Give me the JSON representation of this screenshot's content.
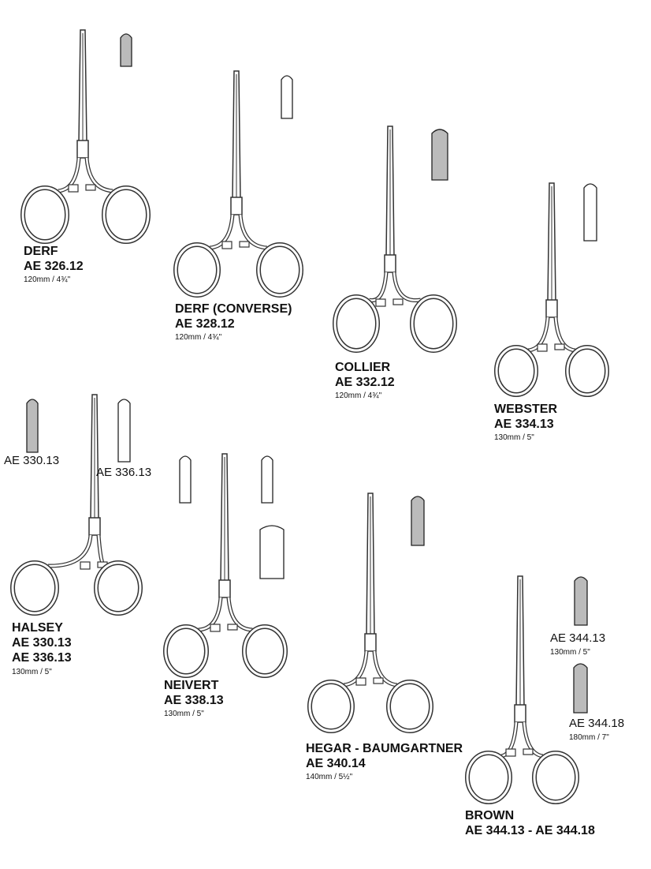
{
  "instruments": [
    {
      "name": "DERF",
      "code": "AE 326.12",
      "size": "120mm / 4¾\""
    },
    {
      "name": "DERF (CONVERSE)",
      "code": "AE 328.12",
      "size": "120mm / 4¾\""
    },
    {
      "name": "COLLIER",
      "code": "AE 332.12",
      "size": "120mm / 4¾\""
    },
    {
      "name": "WEBSTER",
      "code": "AE 334.13",
      "size": "130mm / 5\""
    },
    {
      "name": "HALSEY",
      "code": "AE 330.13",
      "code2": "AE 336.13",
      "size": "130mm / 5\""
    },
    {
      "name": "NEIVERT",
      "code": "AE 338.13",
      "size": "130mm / 5\""
    },
    {
      "name": "HEGAR - BAUMGARTNER",
      "code": "AE 340.14",
      "size": "140mm / 5½\""
    },
    {
      "name": "BROWN",
      "code": "AE 344.13 - AE 344.18"
    }
  ],
  "tip_refs": [
    {
      "code": "AE 330.13"
    },
    {
      "code": "AE 336.13"
    },
    {
      "code": "AE 344.13",
      "size": "130mm / 5\""
    },
    {
      "code": "AE 344.18",
      "size": "180mm / 7\""
    }
  ]
}
